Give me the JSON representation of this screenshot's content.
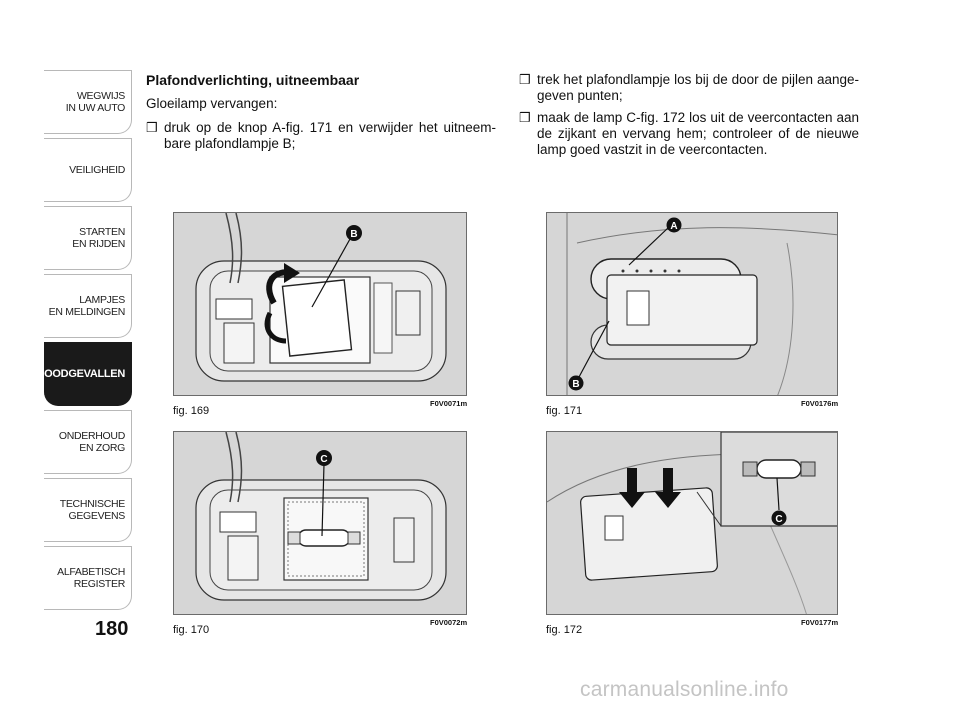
{
  "sidebar": {
    "tabs": [
      {
        "label": "WEGWIJS\nIN UW AUTO",
        "active": false
      },
      {
        "label": "VEILIGHEID",
        "active": false
      },
      {
        "label": "STARTEN\nEN RIJDEN",
        "active": false
      },
      {
        "label": "LAMPJES\nEN MELDINGEN",
        "active": false
      },
      {
        "label": "NOODGEVALLEN",
        "active": true
      },
      {
        "label": "ONDERHOUD\nEN ZORG",
        "active": false
      },
      {
        "label": "TECHNISCHE\nGEGEVENS",
        "active": false
      },
      {
        "label": "ALFABETISCH\nREGISTER",
        "active": false
      }
    ],
    "page_number": "180"
  },
  "content": {
    "heading": "Plafondverlichting, uitneembaar",
    "intro": "Gloeilamp vervangen:",
    "bullet_symbol": "❒",
    "bullets_left": [
      "druk op de knop A-fig. 171 en verwijder het uitneem-bare plafondlampje B;"
    ],
    "bullets_right": [
      "trek het plafondlampje los bij de door de pijlen aange-geven punten;",
      "maak de lamp C-fig. 172 los uit de veercontacten aan de zijkant en vervang hem; controleer of de nieuwe lamp goed vastzit in de veercontacten."
    ]
  },
  "figures": {
    "fig169": {
      "label": "fig. 169",
      "code": "F0V0071m",
      "callouts": [
        "B"
      ]
    },
    "fig170": {
      "label": "fig. 170",
      "code": "F0V0072m",
      "callouts": [
        "C"
      ]
    },
    "fig171": {
      "label": "fig. 171",
      "code": "F0V0176m",
      "callouts": [
        "A",
        "B"
      ]
    },
    "fig172": {
      "label": "fig. 172",
      "code": "F0V0177m",
      "callouts": [
        "C"
      ]
    }
  },
  "watermark": "carmanualsonline.info"
}
